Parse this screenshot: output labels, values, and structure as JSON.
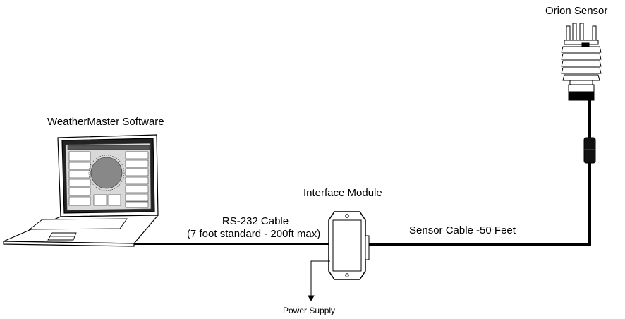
{
  "labels": {
    "orion_sensor": "Orion Sensor",
    "software": "WeatherMaster Software",
    "interface_module": "Interface Module",
    "rs232_line1": "RS-232 Cable",
    "rs232_line2": "(7 foot standard - 200ft max)",
    "sensor_cable": "Sensor Cable -50 Feet",
    "power_supply": "Power Supply"
  }
}
